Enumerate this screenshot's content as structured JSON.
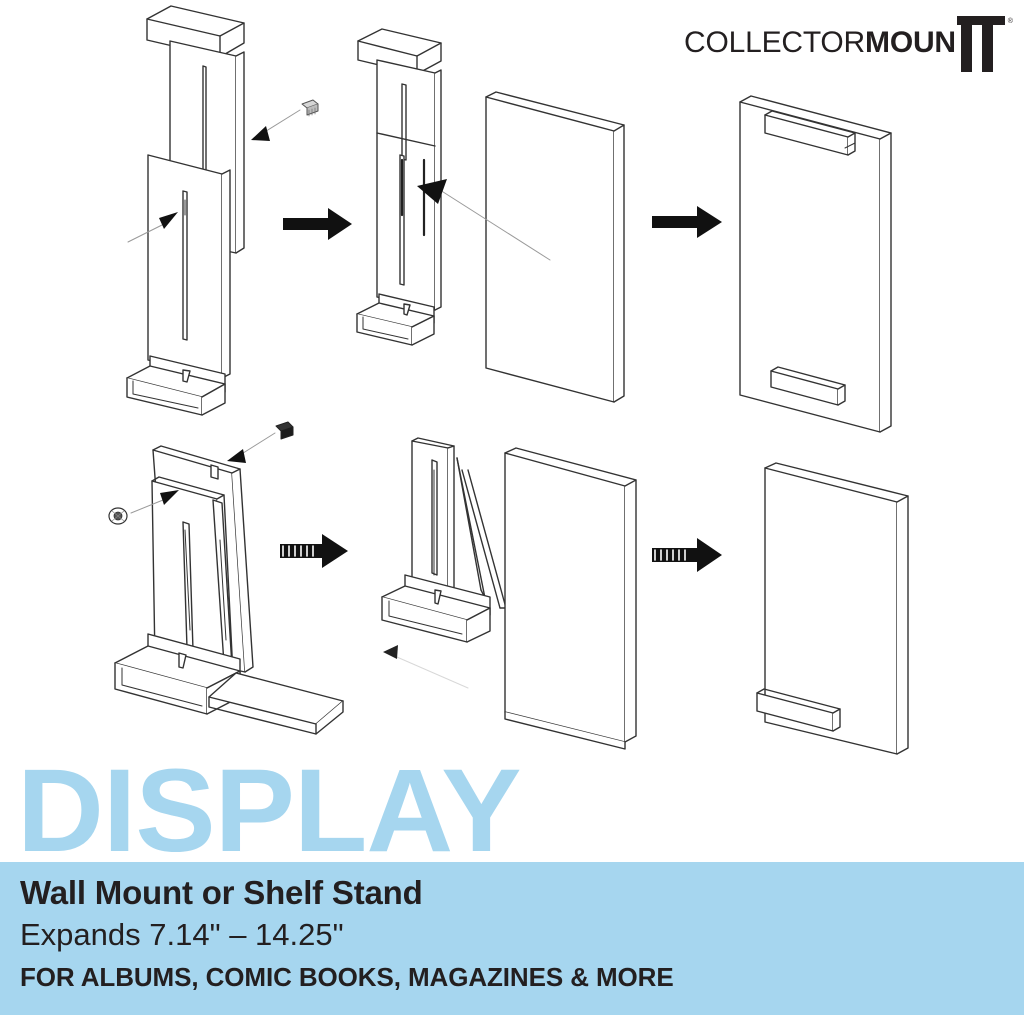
{
  "brand": {
    "logo_text_light": "COLLECTOR",
    "logo_text_bold": "MOUN",
    "logo_mark_name": "double-t-mark",
    "registered_mark": "®"
  },
  "headline": {
    "display_word": "DISPLAY",
    "line1": "Wall Mount or Shelf Stand",
    "line2": "Expands 7.14\" – 14.25\"",
    "line3": "FOR ALBUMS, COMIC BOOKS, MAGAZINES & MORE"
  },
  "colors": {
    "brand_blue": "#a6d6ef",
    "ink": "#231f20",
    "line_art": "#333333",
    "leader_line": "#9a9a9a"
  },
  "diagram": {
    "caption": "Exploded assembly line drawings of the CollectorMount display holder",
    "rows": [
      {
        "name": "wall-mount-row",
        "steps": [
          {
            "name": "step-1-exploded-wall-mount",
            "parts": [
              "back-channel-bracket",
              "front-face-plate",
              "screw"
            ]
          },
          {
            "name": "step-2-assembled-bracket-with-item",
            "parts": [
              "assembled-bracket",
              "album-panel"
            ]
          },
          {
            "name": "step-3-mounted-result",
            "parts": [
              "album-panel",
              "top-clip",
              "bottom-clip"
            ]
          }
        ],
        "arrows": 2
      },
      {
        "name": "shelf-stand-row",
        "steps": [
          {
            "name": "step-1-exploded-shelf-stand",
            "parts": [
              "easel-back",
              "front-face-plate",
              "base-tray",
              "screw",
              "thumb-nut"
            ]
          },
          {
            "name": "step-2-assembled-stand-with-item",
            "parts": [
              "assembled-easel-stand",
              "album-panel"
            ]
          },
          {
            "name": "step-3-standing-result",
            "parts": [
              "album-panel",
              "bottom-clip"
            ]
          }
        ],
        "arrows": 2
      }
    ]
  }
}
